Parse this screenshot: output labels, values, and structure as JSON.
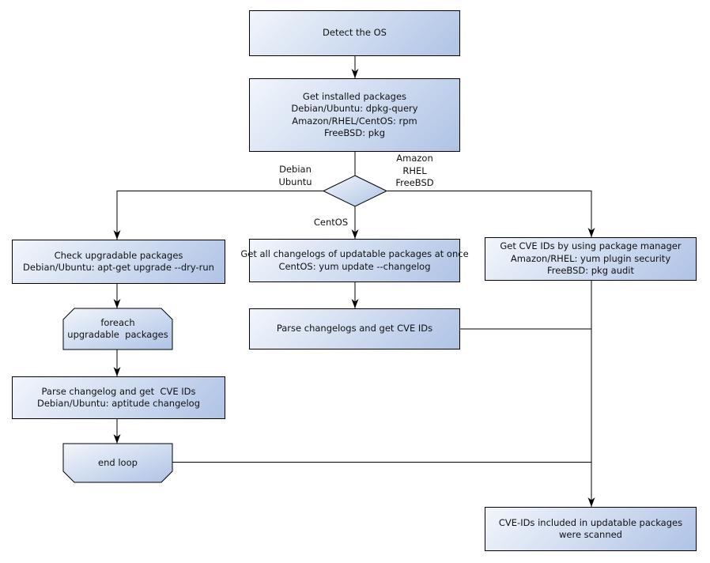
{
  "diagram": {
    "type": "flowchart",
    "colors": {
      "background": "#ffffff",
      "node_gradient_start": "#f2f6fc",
      "node_gradient_end": "#afc3e5",
      "node_border": "#000000",
      "connector": "#000000",
      "text": "#111111"
    },
    "nodes": {
      "detect_os": {
        "shape": "rect",
        "label": "Detect the OS"
      },
      "get_installed_packages": {
        "shape": "rect",
        "label": "Get installed packages\nDebian/Ubuntu: dpkg-query\nAmazon/RHEL/CentOS: rpm\nFreeBSD: pkg"
      },
      "os_decision": {
        "shape": "diamond",
        "label": ""
      },
      "check_upgradable": {
        "shape": "rect",
        "label": "Check upgradable packages\nDebian/Ubuntu: apt-get upgrade --dry-run"
      },
      "foreach_loop": {
        "shape": "loop-start",
        "label": "foreach\nupgradable  packages"
      },
      "parse_changelog_debian": {
        "shape": "rect",
        "label": "Parse changelog and get  CVE IDs\nDebian/Ubuntu: aptitude changelog"
      },
      "end_loop": {
        "shape": "loop-end",
        "label": "end loop"
      },
      "get_all_changelogs": {
        "shape": "rect",
        "label": "Get all changelogs of updatable packages at once\nCentOS: yum update --changelog"
      },
      "parse_changelogs_centos": {
        "shape": "rect",
        "label": "Parse changelogs and get CVE IDs"
      },
      "get_cve_ids_pkg_manager": {
        "shape": "rect",
        "label": "Get CVE IDs by using package manager\nAmazon/RHEL: yum plugin security\nFreeBSD: pkg audit"
      },
      "cve_ids_scanned": {
        "shape": "rect",
        "label": "CVE-IDs included in updatable packages\nwere scanned"
      }
    },
    "edges": [
      {
        "from": "detect_os",
        "to": "get_installed_packages"
      },
      {
        "from": "get_installed_packages",
        "to": "os_decision"
      },
      {
        "from": "os_decision",
        "to": "check_upgradable",
        "label": "Debian\nUbuntu"
      },
      {
        "from": "os_decision",
        "to": "get_all_changelogs",
        "label": "CentOS"
      },
      {
        "from": "os_decision",
        "to": "get_cve_ids_pkg_manager",
        "label": "Amazon\nRHEL\nFreeBSD"
      },
      {
        "from": "check_upgradable",
        "to": "foreach_loop"
      },
      {
        "from": "foreach_loop",
        "to": "parse_changelog_debian"
      },
      {
        "from": "parse_changelog_debian",
        "to": "end_loop"
      },
      {
        "from": "get_all_changelogs",
        "to": "parse_changelogs_centos"
      },
      {
        "from": "end_loop",
        "to": "cve_ids_scanned"
      },
      {
        "from": "parse_changelogs_centos",
        "to": "cve_ids_scanned"
      },
      {
        "from": "get_cve_ids_pkg_manager",
        "to": "cve_ids_scanned"
      }
    ]
  }
}
